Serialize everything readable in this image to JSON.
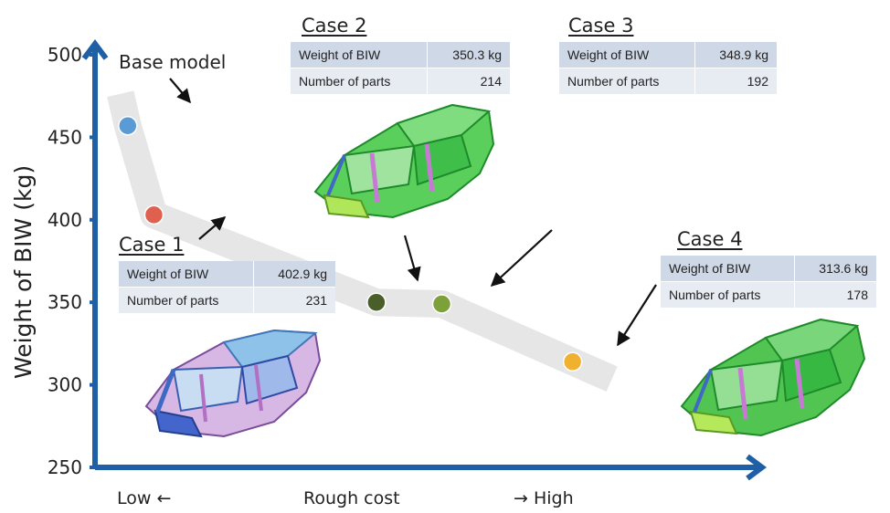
{
  "chart_data": {
    "type": "scatter",
    "title": "",
    "ylabel": "Weight of BIW (kg)",
    "xlabel": "Rough cost",
    "x_low_label": "Low ←",
    "x_high_label": "→ High",
    "ylim": [
      250,
      500
    ],
    "yticks": [
      "250",
      "300",
      "350",
      "400",
      "450",
      "500"
    ],
    "points": [
      {
        "name": "Base model",
        "x": 0.05,
        "y": 457,
        "color": "#5b9bd5"
      },
      {
        "name": "Case 1",
        "x": 0.09,
        "y": 403,
        "color": "#e06050"
      },
      {
        "name": "Case 2",
        "x": 0.43,
        "y": 350,
        "color": "#4a5e2a"
      },
      {
        "name": "Case 3",
        "x": 0.53,
        "y": 349,
        "color": "#7ea03a"
      },
      {
        "name": "Case 4",
        "x": 0.73,
        "y": 314,
        "color": "#f0b030"
      }
    ],
    "annotations": [
      {
        "label": "Base model",
        "target": "Base model"
      }
    ],
    "cases": [
      {
        "title": "Case 1",
        "rows": [
          {
            "label": "Weight of BIW",
            "value": "402.9 kg"
          },
          {
            "label": "Number of parts",
            "value": "231"
          }
        ]
      },
      {
        "title": "Case 2",
        "rows": [
          {
            "label": "Weight of BIW",
            "value": "350.3 kg"
          },
          {
            "label": "Number of parts",
            "value": "214"
          }
        ]
      },
      {
        "title": "Case 3",
        "rows": [
          {
            "label": "Weight of BIW",
            "value": "348.9 kg"
          },
          {
            "label": "Number of parts",
            "value": "192"
          }
        ]
      },
      {
        "title": "Case 4",
        "rows": [
          {
            "label": "Weight of BIW",
            "value": "313.6 kg"
          },
          {
            "label": "Number of parts",
            "value": "178"
          }
        ]
      }
    ],
    "colors": {
      "axis": "#1f5fa6",
      "band": "#e6e6e6",
      "arrow": "#111111"
    }
  }
}
